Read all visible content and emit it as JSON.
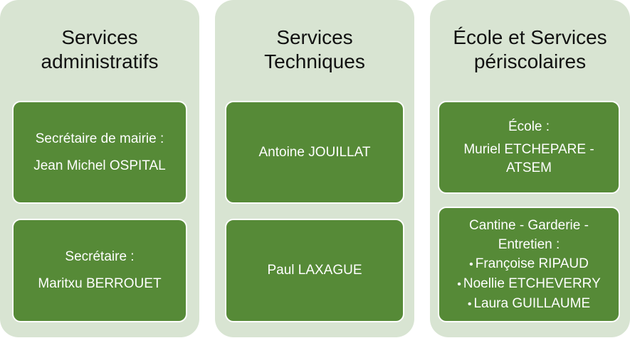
{
  "columns": [
    {
      "title_lines": [
        "Services",
        "administratifs"
      ],
      "boxes": [
        {
          "lines": [
            "Secrétaire de mairie :",
            "Jean Michel OSPITAL"
          ]
        },
        {
          "lines": [
            "Secrétaire :",
            "Maritxu BERROUET"
          ]
        }
      ]
    },
    {
      "title_lines": [
        "Services",
        "Techniques"
      ],
      "boxes": [
        {
          "lines": [
            "Antoine JOUILLAT"
          ]
        },
        {
          "lines": [
            "Paul LAXAGUE"
          ]
        }
      ]
    },
    {
      "title_lines": [
        "École et Services",
        "périscolaires"
      ],
      "boxes": [
        {
          "lines": [
            "École :",
            "Muriel ETCHEPARE -",
            "ATSEM"
          ]
        },
        {
          "header_lines": [
            "Cantine - Garderie -",
            "Entretien :"
          ],
          "bullet_glyph": "•",
          "items": [
            "Françoise RIPAUD",
            "Noellie ETCHEVERRY",
            "Laura GUILLAUME"
          ]
        }
      ]
    }
  ],
  "colors": {
    "column_bg": "#d8e4d2",
    "box_bg": "#568a37",
    "box_text": "#ffffff",
    "title_text": "#111111"
  }
}
